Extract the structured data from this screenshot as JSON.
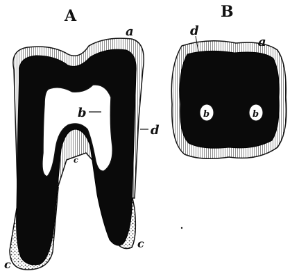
{
  "panels": {
    "a": {
      "letter": "A"
    },
    "b": {
      "letter": "B"
    }
  },
  "labels": {
    "a": "a",
    "b": "b",
    "c": "c",
    "d": "d"
  }
}
